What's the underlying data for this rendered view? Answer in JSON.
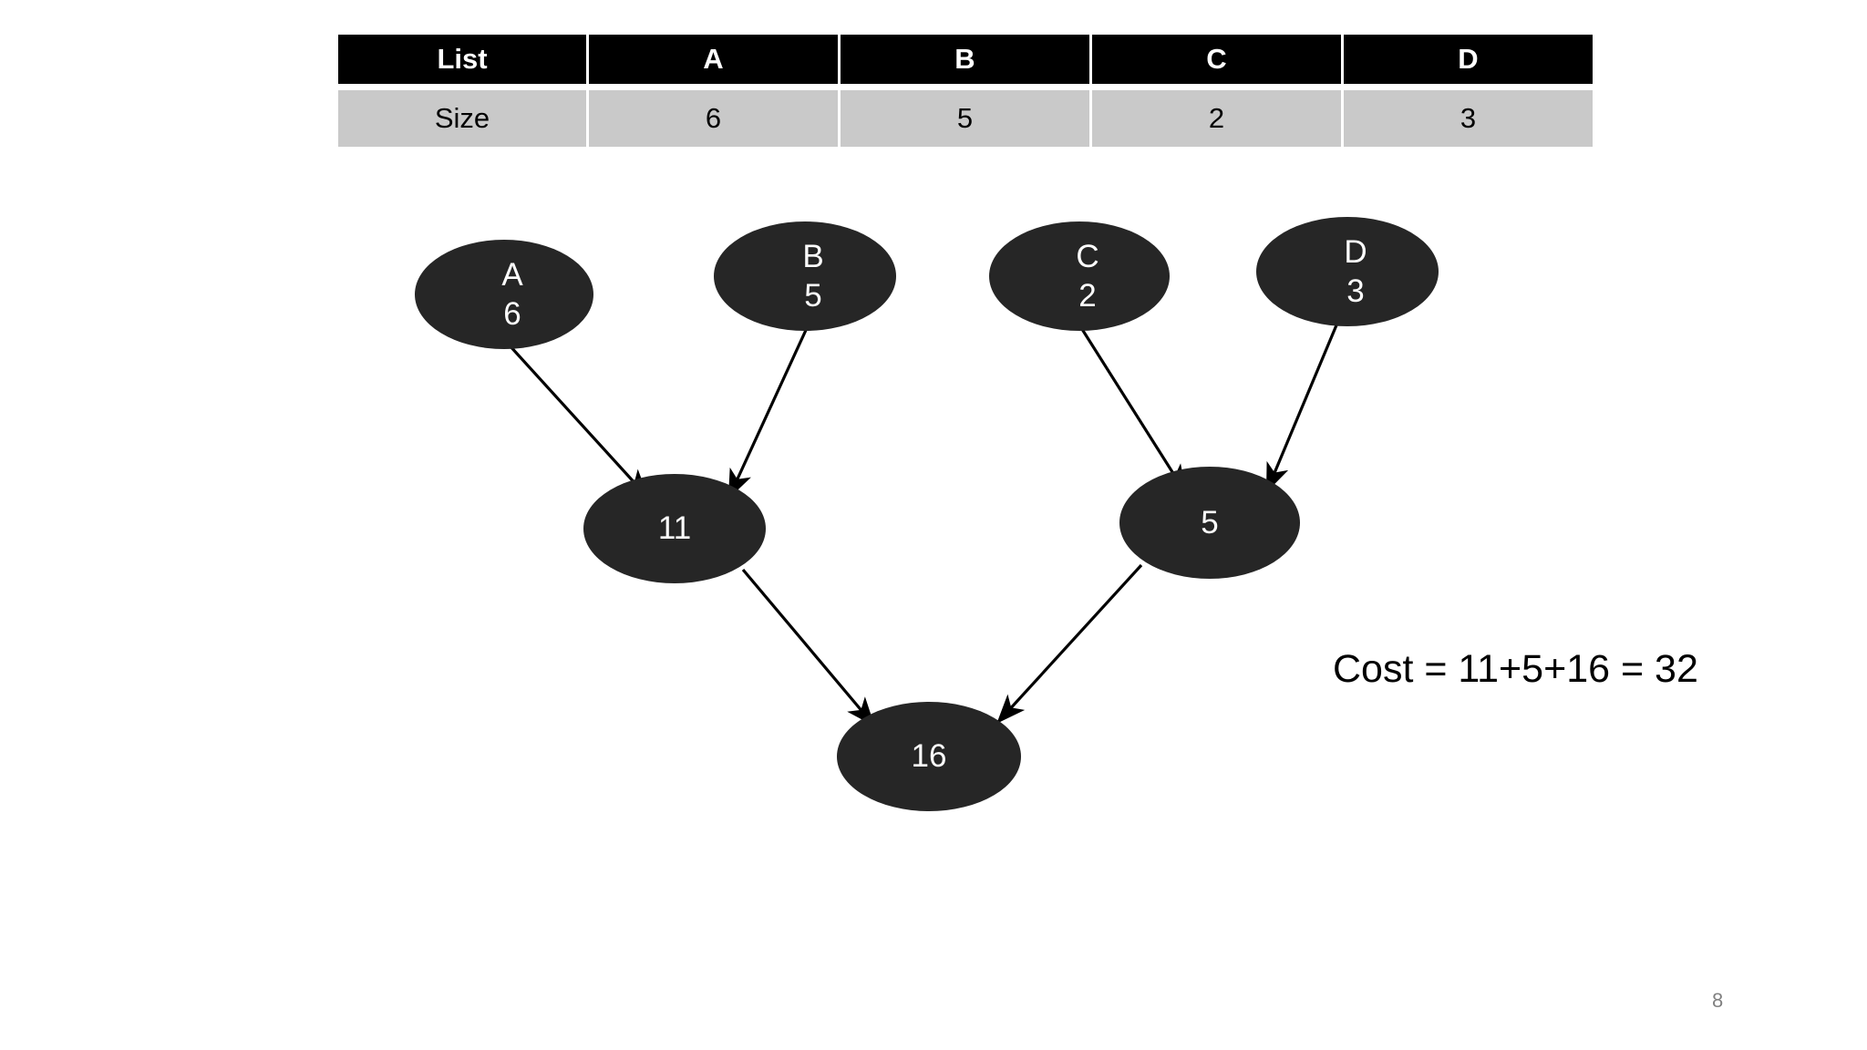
{
  "slide": {
    "page_number": "8",
    "background_color": "#ffffff"
  },
  "table": {
    "header_bg": "#000000",
    "header_fg": "#ffffff",
    "row_bg": "#c9c9c9",
    "row_fg": "#000000",
    "headers": [
      "List",
      "A",
      "B",
      "C",
      "D"
    ],
    "rows": [
      {
        "label": "Size",
        "values": [
          "6",
          "5",
          "2",
          "3"
        ]
      }
    ]
  },
  "diagram": {
    "node_fill": "#262626",
    "node_text_color": "#ffffff",
    "edge_color": "#000000",
    "nodes": [
      {
        "id": "A",
        "label": "A",
        "value": "6"
      },
      {
        "id": "B",
        "label": "B",
        "value": "5"
      },
      {
        "id": "C",
        "label": "C",
        "value": "2"
      },
      {
        "id": "D",
        "label": "D",
        "value": "3"
      },
      {
        "id": "M11",
        "label": "11"
      },
      {
        "id": "M5",
        "label": "5"
      },
      {
        "id": "M16",
        "label": "16"
      }
    ],
    "edges": [
      {
        "from": "A",
        "to": "M11"
      },
      {
        "from": "B",
        "to": "M11"
      },
      {
        "from": "C",
        "to": "M5"
      },
      {
        "from": "D",
        "to": "M5"
      },
      {
        "from": "M11",
        "to": "M16"
      },
      {
        "from": "M5",
        "to": "M16"
      }
    ]
  },
  "annotations": {
    "cost": "Cost = 11+5+16 = 32"
  }
}
